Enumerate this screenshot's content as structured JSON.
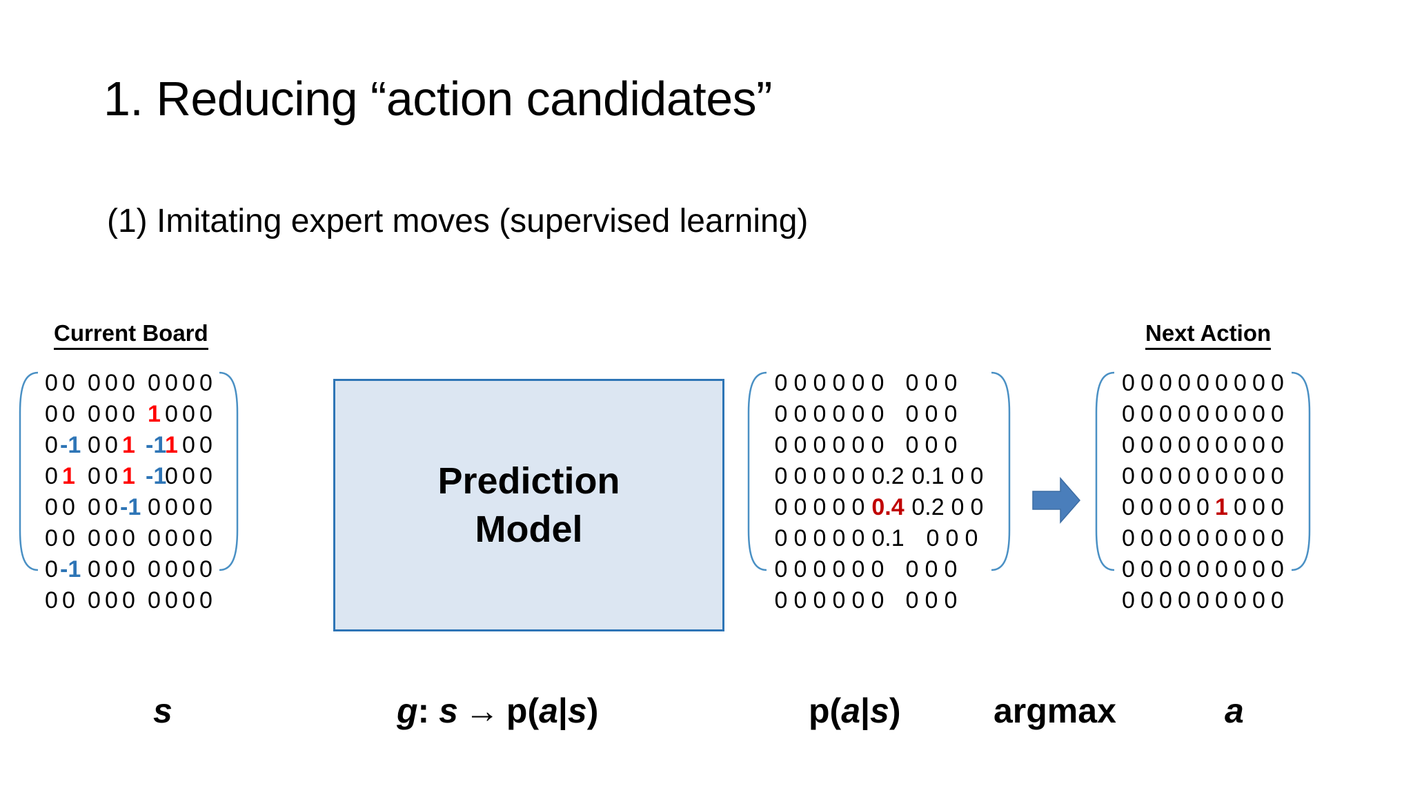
{
  "slide": {
    "title": "1. Reducing “action candidates”",
    "subtitle": "(1) Imitating expert moves (supervised learning)"
  },
  "captions": {
    "current_board": "Current Board",
    "next_action": "Next Action"
  },
  "prediction_model": {
    "line1": "Prediction",
    "line2": "Model",
    "fill_color": "#dce6f2",
    "border_color": "#2e75b6"
  },
  "arrow": {
    "name": "right-block-arrow",
    "color": "#4a7ebb"
  },
  "colors": {
    "black": "#000000",
    "red": "#ff0000",
    "dark_red": "#c00000",
    "blue": "#2e75b6",
    "bracket": "#4a90c4"
  },
  "matrices": {
    "board": {
      "label": "Current Board",
      "rows": [
        [
          {
            "t": "0",
            "c": "zero"
          },
          {
            "t": "0",
            "c": "zero"
          },
          {
            "t": "",
            "c": "gap"
          },
          {
            "t": "0",
            "c": "zero"
          },
          {
            "t": "0",
            "c": "zero"
          },
          {
            "t": "0",
            "c": "zero"
          },
          {
            "t": "",
            "c": "gap"
          },
          {
            "t": "0",
            "c": "zero"
          },
          {
            "t": "0",
            "c": "zero"
          },
          {
            "t": "0",
            "c": "zero"
          },
          {
            "t": "0",
            "c": "zero"
          }
        ],
        [
          {
            "t": "0",
            "c": "zero"
          },
          {
            "t": "0",
            "c": "zero"
          },
          {
            "t": "",
            "c": "gap"
          },
          {
            "t": "0",
            "c": "zero"
          },
          {
            "t": "0",
            "c": "zero"
          },
          {
            "t": "0",
            "c": "zero"
          },
          {
            "t": "",
            "c": "gap"
          },
          {
            "t": "1",
            "c": "red"
          },
          {
            "t": "0",
            "c": "zero"
          },
          {
            "t": "0",
            "c": "zero"
          },
          {
            "t": "0",
            "c": "zero"
          }
        ],
        [
          {
            "t": "0",
            "c": "zero"
          },
          {
            "t": "-1",
            "c": "blue"
          },
          {
            "t": "",
            "c": "gap"
          },
          {
            "t": "0",
            "c": "zero"
          },
          {
            "t": "0",
            "c": "zero"
          },
          {
            "t": "1",
            "c": "red"
          },
          {
            "t": "",
            "c": "gap"
          },
          {
            "t": "-1",
            "c": "blue"
          },
          {
            "t": "1",
            "c": "red"
          },
          {
            "t": "0",
            "c": "zero"
          },
          {
            "t": "0",
            "c": "zero"
          }
        ],
        [
          {
            "t": "0",
            "c": "zero"
          },
          {
            "t": "1",
            "c": "red"
          },
          {
            "t": "",
            "c": "gap"
          },
          {
            "t": "0",
            "c": "zero"
          },
          {
            "t": "0",
            "c": "zero"
          },
          {
            "t": "1",
            "c": "red"
          },
          {
            "t": "",
            "c": "gap"
          },
          {
            "t": "-1",
            "c": "blue"
          },
          {
            "t": "0",
            "c": "zero"
          },
          {
            "t": "0",
            "c": "zero"
          },
          {
            "t": "0",
            "c": "zero"
          }
        ],
        [
          {
            "t": "0",
            "c": "zero"
          },
          {
            "t": "0",
            "c": "zero"
          },
          {
            "t": "",
            "c": "gap"
          },
          {
            "t": "0",
            "c": "zero"
          },
          {
            "t": "0",
            "c": "zero"
          },
          {
            "t": "-1",
            "c": "blue"
          },
          {
            "t": "",
            "c": "gap"
          },
          {
            "t": "0",
            "c": "zero"
          },
          {
            "t": "0",
            "c": "zero"
          },
          {
            "t": "0",
            "c": "zero"
          },
          {
            "t": "0",
            "c": "zero"
          }
        ],
        [
          {
            "t": "0",
            "c": "zero"
          },
          {
            "t": "0",
            "c": "zero"
          },
          {
            "t": "",
            "c": "gap"
          },
          {
            "t": "0",
            "c": "zero"
          },
          {
            "t": "0",
            "c": "zero"
          },
          {
            "t": "0",
            "c": "zero"
          },
          {
            "t": "",
            "c": "gap"
          },
          {
            "t": "0",
            "c": "zero"
          },
          {
            "t": "0",
            "c": "zero"
          },
          {
            "t": "0",
            "c": "zero"
          },
          {
            "t": "0",
            "c": "zero"
          }
        ],
        [
          {
            "t": "0",
            "c": "zero"
          },
          {
            "t": "-1",
            "c": "blue"
          },
          {
            "t": "",
            "c": "gap"
          },
          {
            "t": "0",
            "c": "zero"
          },
          {
            "t": "0",
            "c": "zero"
          },
          {
            "t": "0",
            "c": "zero"
          },
          {
            "t": "",
            "c": "gap"
          },
          {
            "t": "0",
            "c": "zero"
          },
          {
            "t": "0",
            "c": "zero"
          },
          {
            "t": "0",
            "c": "zero"
          },
          {
            "t": "0",
            "c": "zero"
          }
        ],
        [
          {
            "t": "0",
            "c": "zero"
          },
          {
            "t": "0",
            "c": "zero"
          },
          {
            "t": "",
            "c": "gap"
          },
          {
            "t": "0",
            "c": "zero"
          },
          {
            "t": "0",
            "c": "zero"
          },
          {
            "t": "0",
            "c": "zero"
          },
          {
            "t": "",
            "c": "gap"
          },
          {
            "t": "0",
            "c": "zero"
          },
          {
            "t": "0",
            "c": "zero"
          },
          {
            "t": "0",
            "c": "zero"
          },
          {
            "t": "0",
            "c": "zero"
          }
        ]
      ]
    },
    "probability": {
      "label": "p(a|s)",
      "rows": [
        [
          {
            "t": "0",
            "c": "zero"
          },
          {
            "t": "0",
            "c": "zero"
          },
          {
            "t": "0",
            "c": "zero"
          },
          {
            "t": "0",
            "c": "zero"
          },
          {
            "t": "0",
            "c": "zero"
          },
          {
            "t": "0",
            "c": "zero"
          },
          {
            "t": "",
            "c": "gap"
          },
          {
            "t": "0",
            "c": "zero"
          },
          {
            "t": "0",
            "c": "zero"
          },
          {
            "t": "0",
            "c": "zero"
          }
        ],
        [
          {
            "t": "0",
            "c": "zero"
          },
          {
            "t": "0",
            "c": "zero"
          },
          {
            "t": "0",
            "c": "zero"
          },
          {
            "t": "0",
            "c": "zero"
          },
          {
            "t": "0",
            "c": "zero"
          },
          {
            "t": "0",
            "c": "zero"
          },
          {
            "t": "",
            "c": "gap"
          },
          {
            "t": "0",
            "c": "zero"
          },
          {
            "t": "0",
            "c": "zero"
          },
          {
            "t": "0",
            "c": "zero"
          }
        ],
        [
          {
            "t": "0",
            "c": "zero"
          },
          {
            "t": "0",
            "c": "zero"
          },
          {
            "t": "0",
            "c": "zero"
          },
          {
            "t": "0",
            "c": "zero"
          },
          {
            "t": "0",
            "c": "zero"
          },
          {
            "t": "0",
            "c": "zero"
          },
          {
            "t": "",
            "c": "gap"
          },
          {
            "t": "0",
            "c": "zero"
          },
          {
            "t": "0",
            "c": "zero"
          },
          {
            "t": "0",
            "c": "zero"
          }
        ],
        [
          {
            "t": "0",
            "c": "zero"
          },
          {
            "t": "0",
            "c": "zero"
          },
          {
            "t": "0",
            "c": "zero"
          },
          {
            "t": "0",
            "c": "zero"
          },
          {
            "t": "0",
            "c": "zero"
          },
          {
            "t": "0.2",
            "c": "dec wide"
          },
          {
            "t": "0.1",
            "c": "dec wide"
          },
          {
            "t": "0",
            "c": "zero"
          },
          {
            "t": "0",
            "c": "zero"
          }
        ],
        [
          {
            "t": "0",
            "c": "zero"
          },
          {
            "t": "0",
            "c": "zero"
          },
          {
            "t": "0",
            "c": "zero"
          },
          {
            "t": "0",
            "c": "zero"
          },
          {
            "t": "0",
            "c": "zero"
          },
          {
            "t": "0.4",
            "c": "darkred wide"
          },
          {
            "t": "0.2",
            "c": "dec wide"
          },
          {
            "t": "0",
            "c": "zero"
          },
          {
            "t": "0",
            "c": "zero"
          }
        ],
        [
          {
            "t": "0",
            "c": "zero"
          },
          {
            "t": "0",
            "c": "zero"
          },
          {
            "t": "0",
            "c": "zero"
          },
          {
            "t": "0",
            "c": "zero"
          },
          {
            "t": "0",
            "c": "zero"
          },
          {
            "t": "0.1",
            "c": "dec wide"
          },
          {
            "t": "",
            "c": "gap"
          },
          {
            "t": "0",
            "c": "zero"
          },
          {
            "t": "0",
            "c": "zero"
          },
          {
            "t": "0",
            "c": "zero"
          }
        ],
        [
          {
            "t": "0",
            "c": "zero"
          },
          {
            "t": "0",
            "c": "zero"
          },
          {
            "t": "0",
            "c": "zero"
          },
          {
            "t": "0",
            "c": "zero"
          },
          {
            "t": "0",
            "c": "zero"
          },
          {
            "t": "0",
            "c": "zero"
          },
          {
            "t": "",
            "c": "gap"
          },
          {
            "t": "0",
            "c": "zero"
          },
          {
            "t": "0",
            "c": "zero"
          },
          {
            "t": "0",
            "c": "zero"
          }
        ],
        [
          {
            "t": "0",
            "c": "zero"
          },
          {
            "t": "0",
            "c": "zero"
          },
          {
            "t": "0",
            "c": "zero"
          },
          {
            "t": "0",
            "c": "zero"
          },
          {
            "t": "0",
            "c": "zero"
          },
          {
            "t": "0",
            "c": "zero"
          },
          {
            "t": "",
            "c": "gap"
          },
          {
            "t": "0",
            "c": "zero"
          },
          {
            "t": "0",
            "c": "zero"
          },
          {
            "t": "0",
            "c": "zero"
          }
        ]
      ]
    },
    "action": {
      "label": "Next Action",
      "rows": [
        [
          {
            "t": "0",
            "c": "zero"
          },
          {
            "t": "0",
            "c": "zero"
          },
          {
            "t": "0",
            "c": "zero"
          },
          {
            "t": "0",
            "c": "zero"
          },
          {
            "t": "0",
            "c": "zero"
          },
          {
            "t": "0",
            "c": "zero"
          },
          {
            "t": "0",
            "c": "zero"
          },
          {
            "t": "0",
            "c": "zero"
          },
          {
            "t": "0",
            "c": "zero"
          }
        ],
        [
          {
            "t": "0",
            "c": "zero"
          },
          {
            "t": "0",
            "c": "zero"
          },
          {
            "t": "0",
            "c": "zero"
          },
          {
            "t": "0",
            "c": "zero"
          },
          {
            "t": "0",
            "c": "zero"
          },
          {
            "t": "0",
            "c": "zero"
          },
          {
            "t": "0",
            "c": "zero"
          },
          {
            "t": "0",
            "c": "zero"
          },
          {
            "t": "0",
            "c": "zero"
          }
        ],
        [
          {
            "t": "0",
            "c": "zero"
          },
          {
            "t": "0",
            "c": "zero"
          },
          {
            "t": "0",
            "c": "zero"
          },
          {
            "t": "0",
            "c": "zero"
          },
          {
            "t": "0",
            "c": "zero"
          },
          {
            "t": "0",
            "c": "zero"
          },
          {
            "t": "0",
            "c": "zero"
          },
          {
            "t": "0",
            "c": "zero"
          },
          {
            "t": "0",
            "c": "zero"
          }
        ],
        [
          {
            "t": "0",
            "c": "zero"
          },
          {
            "t": "0",
            "c": "zero"
          },
          {
            "t": "0",
            "c": "zero"
          },
          {
            "t": "0",
            "c": "zero"
          },
          {
            "t": "0",
            "c": "zero"
          },
          {
            "t": "0",
            "c": "zero"
          },
          {
            "t": "0",
            "c": "zero"
          },
          {
            "t": "0",
            "c": "zero"
          },
          {
            "t": "0",
            "c": "zero"
          }
        ],
        [
          {
            "t": "0",
            "c": "zero"
          },
          {
            "t": "0",
            "c": "zero"
          },
          {
            "t": "0",
            "c": "zero"
          },
          {
            "t": "0",
            "c": "zero"
          },
          {
            "t": "0",
            "c": "zero"
          },
          {
            "t": "1",
            "c": "darkred"
          },
          {
            "t": "0",
            "c": "zero"
          },
          {
            "t": "0",
            "c": "zero"
          },
          {
            "t": "0",
            "c": "zero"
          }
        ],
        [
          {
            "t": "0",
            "c": "zero"
          },
          {
            "t": "0",
            "c": "zero"
          },
          {
            "t": "0",
            "c": "zero"
          },
          {
            "t": "0",
            "c": "zero"
          },
          {
            "t": "0",
            "c": "zero"
          },
          {
            "t": "0",
            "c": "zero"
          },
          {
            "t": "0",
            "c": "zero"
          },
          {
            "t": "0",
            "c": "zero"
          },
          {
            "t": "0",
            "c": "zero"
          }
        ],
        [
          {
            "t": "0",
            "c": "zero"
          },
          {
            "t": "0",
            "c": "zero"
          },
          {
            "t": "0",
            "c": "zero"
          },
          {
            "t": "0",
            "c": "zero"
          },
          {
            "t": "0",
            "c": "zero"
          },
          {
            "t": "0",
            "c": "zero"
          },
          {
            "t": "0",
            "c": "zero"
          },
          {
            "t": "0",
            "c": "zero"
          },
          {
            "t": "0",
            "c": "zero"
          }
        ],
        [
          {
            "t": "0",
            "c": "zero"
          },
          {
            "t": "0",
            "c": "zero"
          },
          {
            "t": "0",
            "c": "zero"
          },
          {
            "t": "0",
            "c": "zero"
          },
          {
            "t": "0",
            "c": "zero"
          },
          {
            "t": "0",
            "c": "zero"
          },
          {
            "t": "0",
            "c": "zero"
          },
          {
            "t": "0",
            "c": "zero"
          },
          {
            "t": "0",
            "c": "zero"
          }
        ]
      ]
    }
  },
  "bottom_labels": {
    "state": "s",
    "mapping_prefix": "g",
    "mapping_colon": ": ",
    "mapping_state": "s",
    "mapping_arrow": "→",
    "mapping_dist": "p(a|s)",
    "distribution": "p(a|s)",
    "argmax": "argmax",
    "action": "a"
  }
}
